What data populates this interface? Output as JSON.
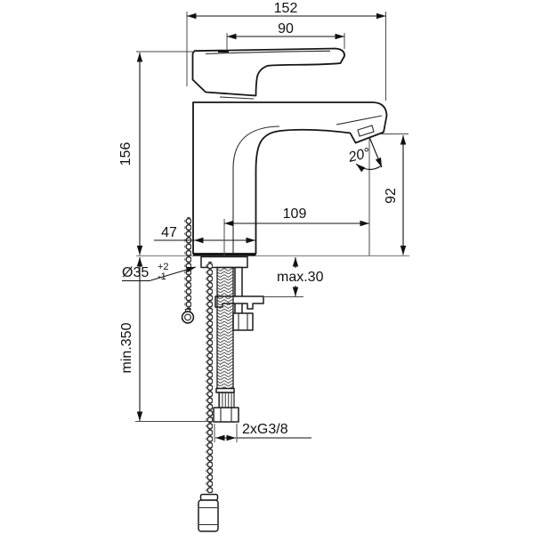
{
  "drawing": {
    "type": "technical dimension drawing",
    "subject": "single-lever basin mixer faucet, side elevation with install parts",
    "colors": {
      "line": "#161616",
      "background": "#ffffff",
      "deck_line": "#8a8a8a"
    },
    "dimensions": {
      "overall_length": "152",
      "lever_length": "90",
      "body_height": "156",
      "spout_reach": "109",
      "base_width": "47",
      "spout_angle": "20°",
      "outlet_height": "92",
      "deck_thickness": "max.30",
      "hole_diameter": "Ø35",
      "hole_tol_plus": "+2",
      "hole_tol_minus": "-1",
      "hose_length": "min.350",
      "connection": "2xG3/8"
    }
  }
}
